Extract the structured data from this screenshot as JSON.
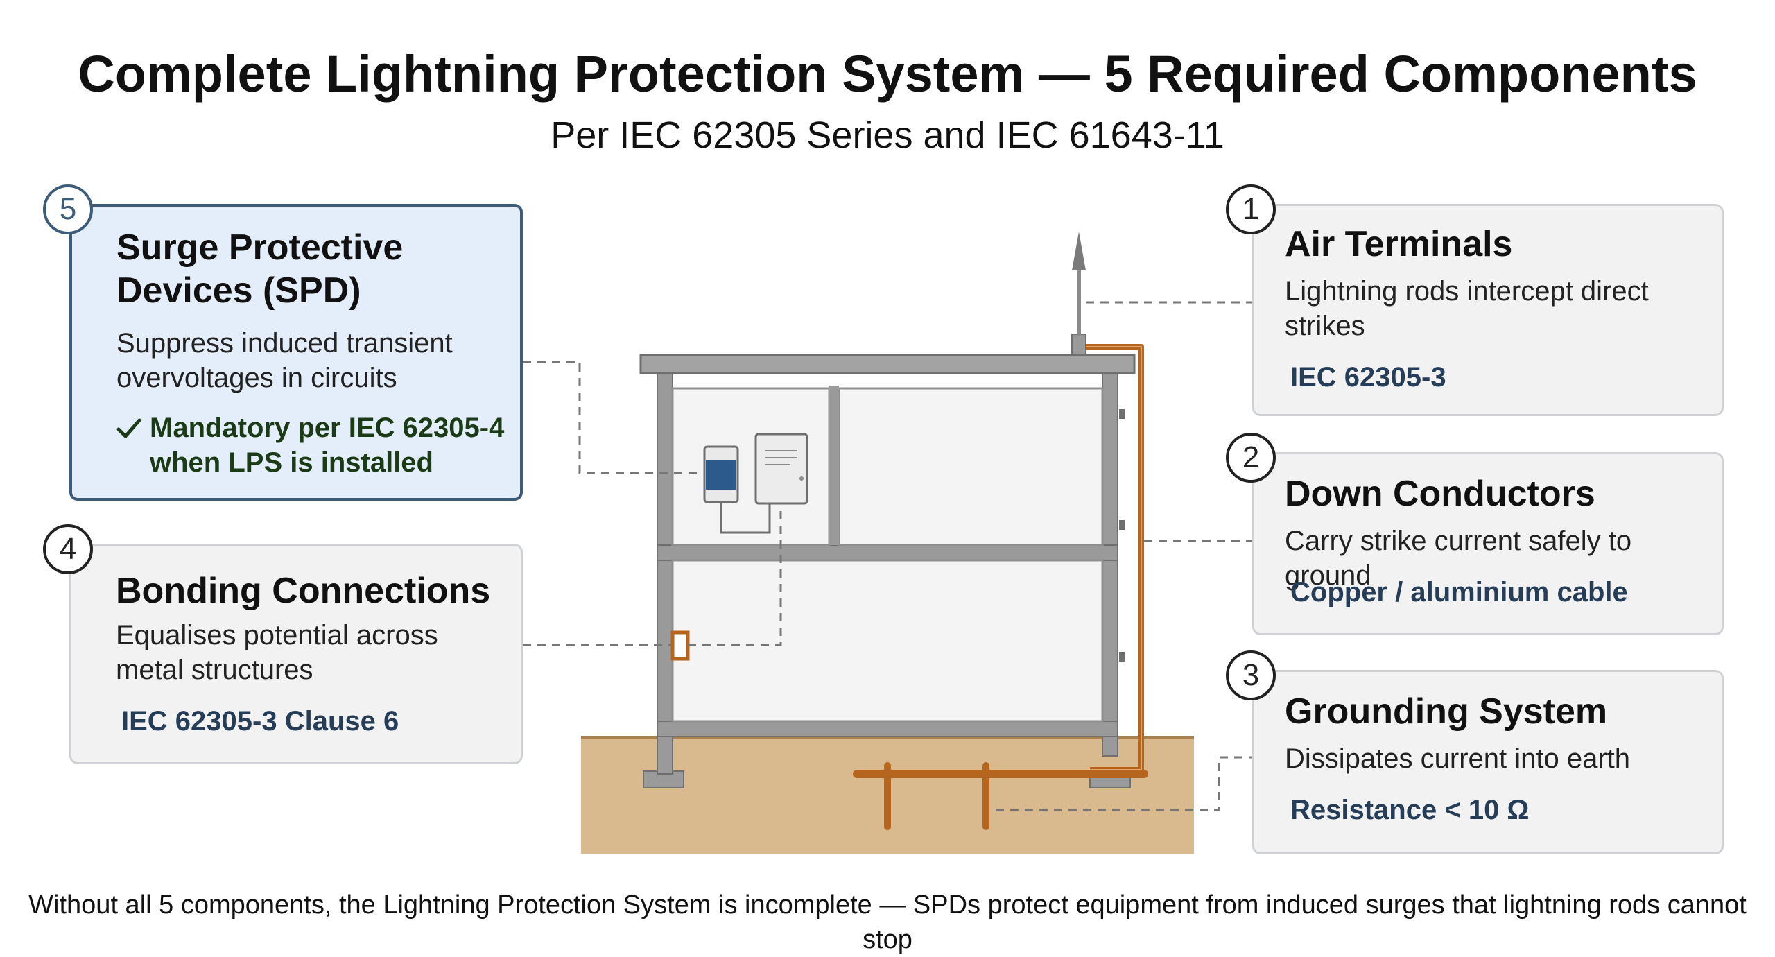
{
  "title": "Complete Lightning Protection System — 5 Required Components",
  "subtitle": "Per IEC 62305 Series and IEC 61643-11",
  "colors": {
    "spd_card_bg": "#e3eefa",
    "spd_card_border": "#3d5c79",
    "card_bg": "#f2f2f3",
    "ground": "#d9b98e",
    "copper": "#b5651d",
    "structure": "#9a9a9a",
    "reference_text": "#263d57",
    "note_text": "#1b3a16"
  },
  "components": {
    "air_terminals": {
      "number": "1",
      "title": "Air Terminals",
      "description": "Lightning rods intercept direct strikes",
      "reference": "IEC 62305-3"
    },
    "down_conductors": {
      "number": "2",
      "title": "Down Conductors",
      "description": "Carry strike current safely to ground",
      "reference": "Copper / aluminium cable"
    },
    "grounding_system": {
      "number": "3",
      "title": "Grounding System",
      "description": "Dissipates current into earth",
      "reference": "Resistance < 10 Ω"
    },
    "bonding_connections": {
      "number": "4",
      "title": "Bonding Connections",
      "description_line1": "Equalises potential across",
      "description_line2": "metal structures",
      "reference": "IEC 62305-3 Clause 6"
    },
    "spd": {
      "number": "5",
      "title_line1": "Surge Protective",
      "title_line2": "Devices (SPD)",
      "description_line1": "Suppress induced transient",
      "description_line2": "overvoltages in circuits",
      "note_icon": "check-icon",
      "note_line1": "Mandatory per IEC 62305-4",
      "note_line2": "when LPS is installed"
    }
  },
  "footer": "Without all 5 components, the Lightning Protection System is incomplete — SPDs protect equipment from induced surges that lightning rods cannot stop"
}
